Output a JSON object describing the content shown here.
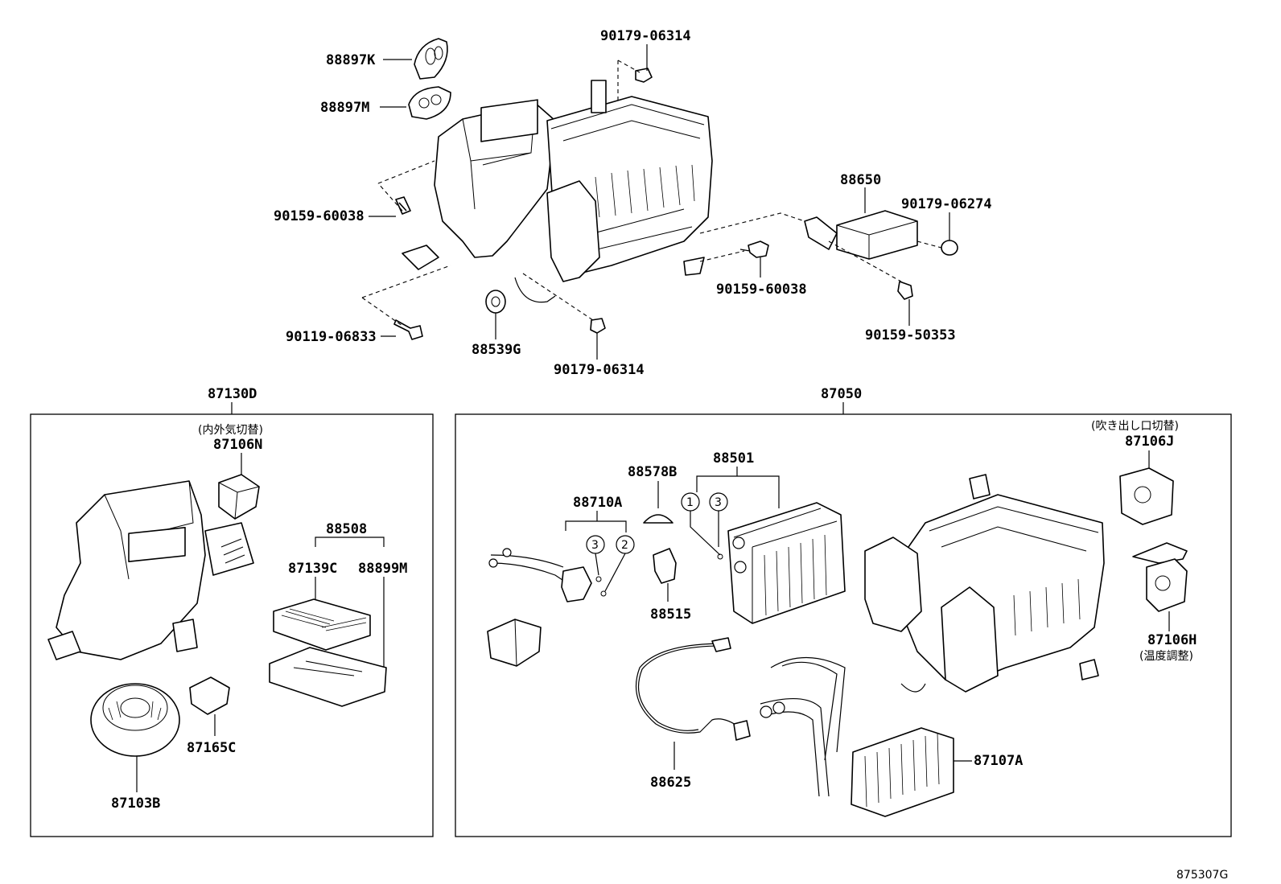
{
  "figure_id": "875307G",
  "top_labels": {
    "p88897K": "88897K",
    "p88897M": "88897M",
    "p90179_a": "90179-06314",
    "p90159_left": "90159-60038",
    "p90119": "90119-06833",
    "p88539G": "88539G",
    "p90179_b": "90179-06314",
    "p90159_mid": "90159-60038",
    "p88650": "88650",
    "p90179_06274": "90179-06274",
    "p90159_50353": "90159-50353"
  },
  "left_box": {
    "assy": "87130D",
    "note": "(内外気切替)",
    "p87106N": "87106N",
    "p88508": "88508",
    "p87139C": "87139C",
    "p88899M": "88899M",
    "p87165C": "87165C",
    "p87103B": "87103B"
  },
  "right_box": {
    "assy": "87050",
    "note_top": "(吹き出し口切替)",
    "p87106J": "87106J",
    "p87106H": "87106H",
    "note_bottom": "(温度調整)",
    "p88578B": "88578B",
    "p88501": "88501",
    "p88710A": "88710A",
    "p88515": "88515",
    "p88625": "88625",
    "p87107A": "87107A",
    "c1": "1",
    "c2": "2",
    "c3a": "3",
    "c3b": "3"
  }
}
